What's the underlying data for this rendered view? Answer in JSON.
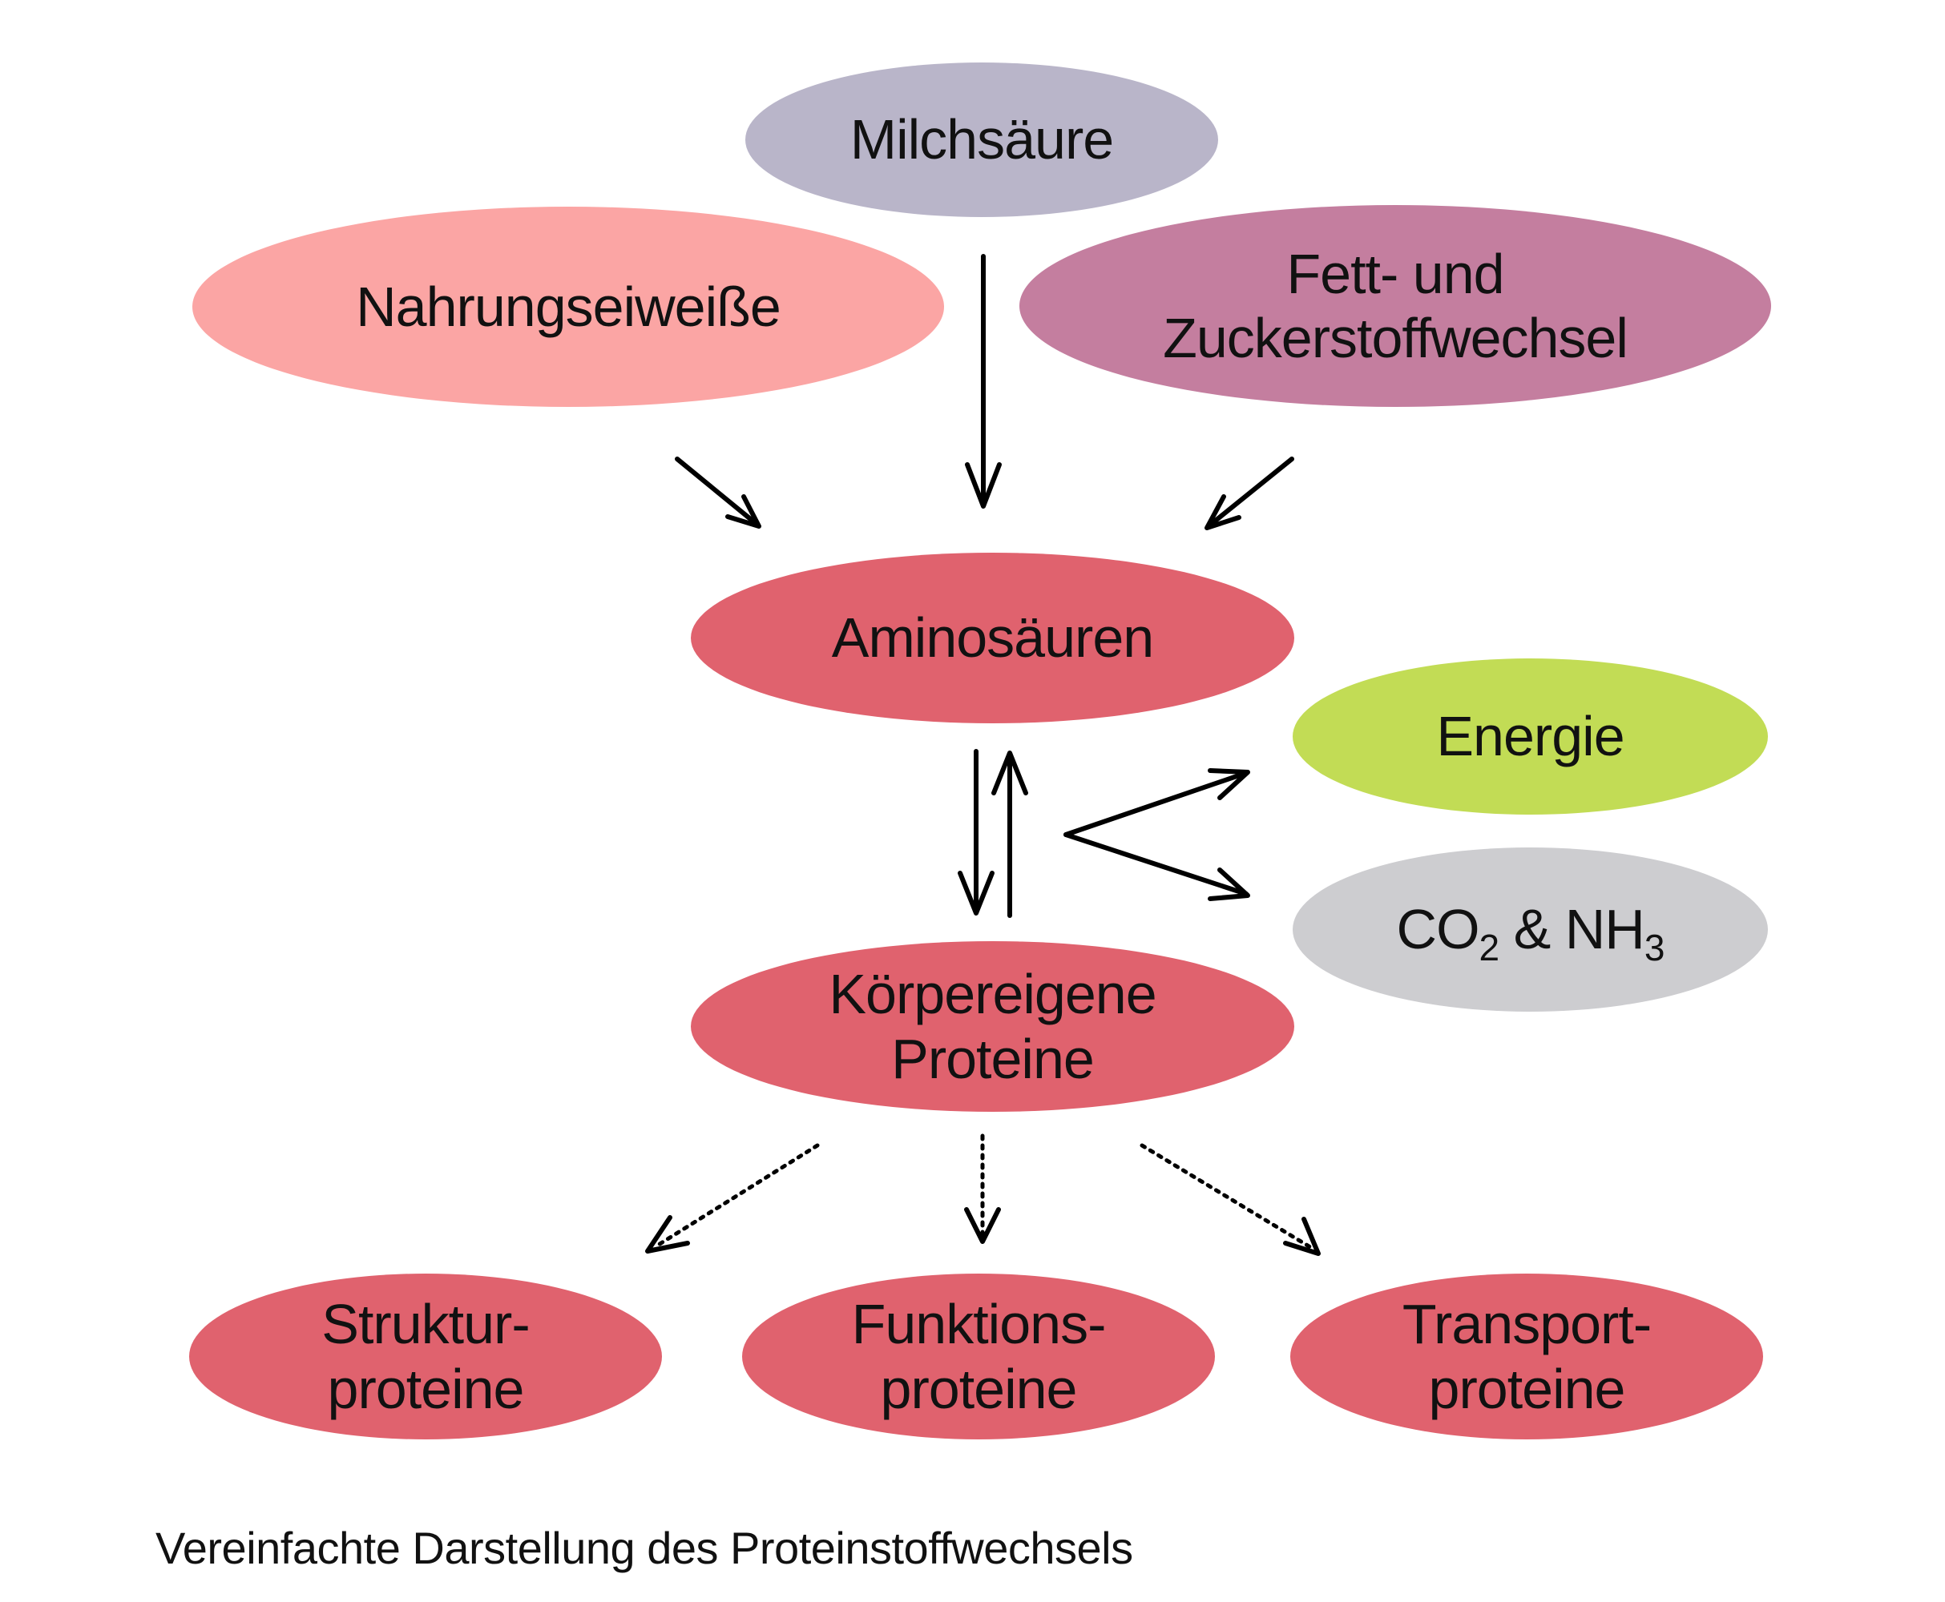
{
  "colors": {
    "milchsaeure": "#b9b5c9",
    "nahrung": "#fba5a4",
    "fett": "#c47e9f",
    "red": "#e0626e",
    "energie": "#c2dc55",
    "co2": "#cdcdd0",
    "arrow": "#000000"
  },
  "nodes": {
    "milchsaeure": "Milchsäure",
    "nahrungseiweisse": "Nahrungseiweiße",
    "fett_line1": "Fett- und",
    "fett_line2": "Zuckerstoffwechsel",
    "aminosaeuren": "Aminosäuren",
    "energie": "Energie",
    "co2_main": "CO",
    "co2_sub": "2",
    "co2_mid": " & NH",
    "co2_sub2": "3",
    "koerper_line1": "Körpereigene",
    "koerper_line2": "Proteine",
    "struktur_line1": "Struktur-",
    "struktur_line2": "proteine",
    "funktion_line1": "Funktions-",
    "funktion_line2": "proteine",
    "transport_line1": "Transport-",
    "transport_line2": "proteine"
  },
  "caption": "Vereinfachte Darstellung des Proteinstoffwechsels"
}
